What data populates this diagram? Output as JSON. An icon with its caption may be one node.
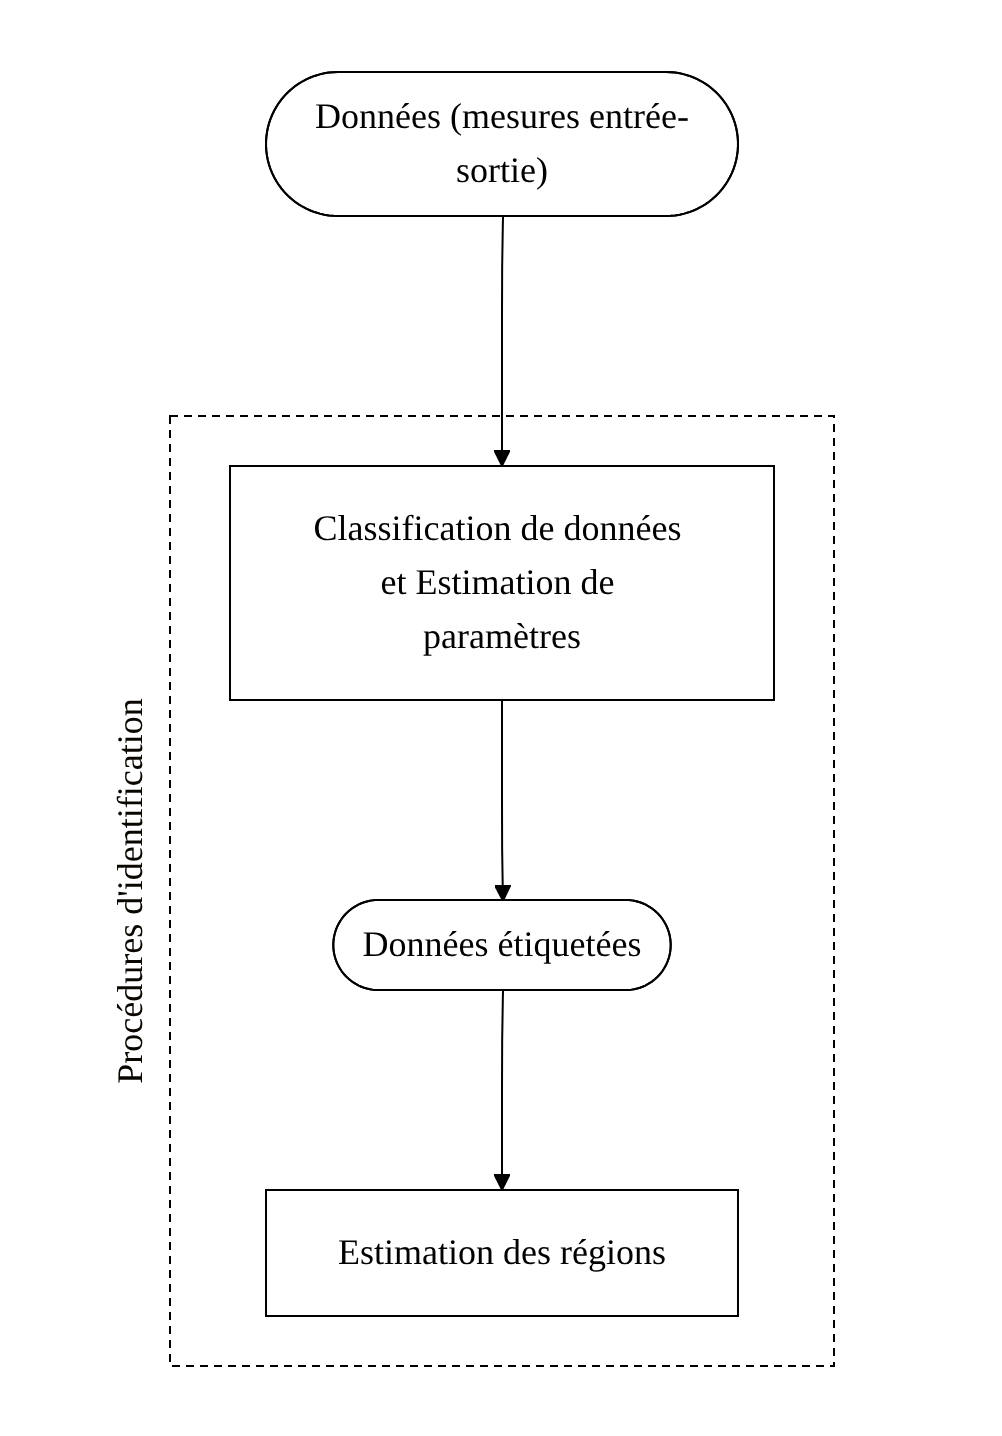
{
  "diagram": {
    "nodes": [
      {
        "text": [
          "Données (mesures entrée-sortie)"
        ]
      },
      {
        "text": [
          "Procédures d'identification"
        ]
      },
      {
        "text": [
          "Classification de données et Estimation de paramètres"
        ],
        "in": 1
      },
      {
        "text": [
          "Données étiquetées"
        ],
        "in": 1
      },
      {
        "text": [
          "Estimation des régions"
        ],
        "in": 1
      }
    ],
    "edges": [
      {
        "from": 0,
        "to": 2,
        "arrow": "to"
      },
      {
        "from": 2,
        "to": 3,
        "arrow": "to"
      },
      {
        "from": 3,
        "to": 4,
        "arrow": "to"
      }
    ]
  }
}
